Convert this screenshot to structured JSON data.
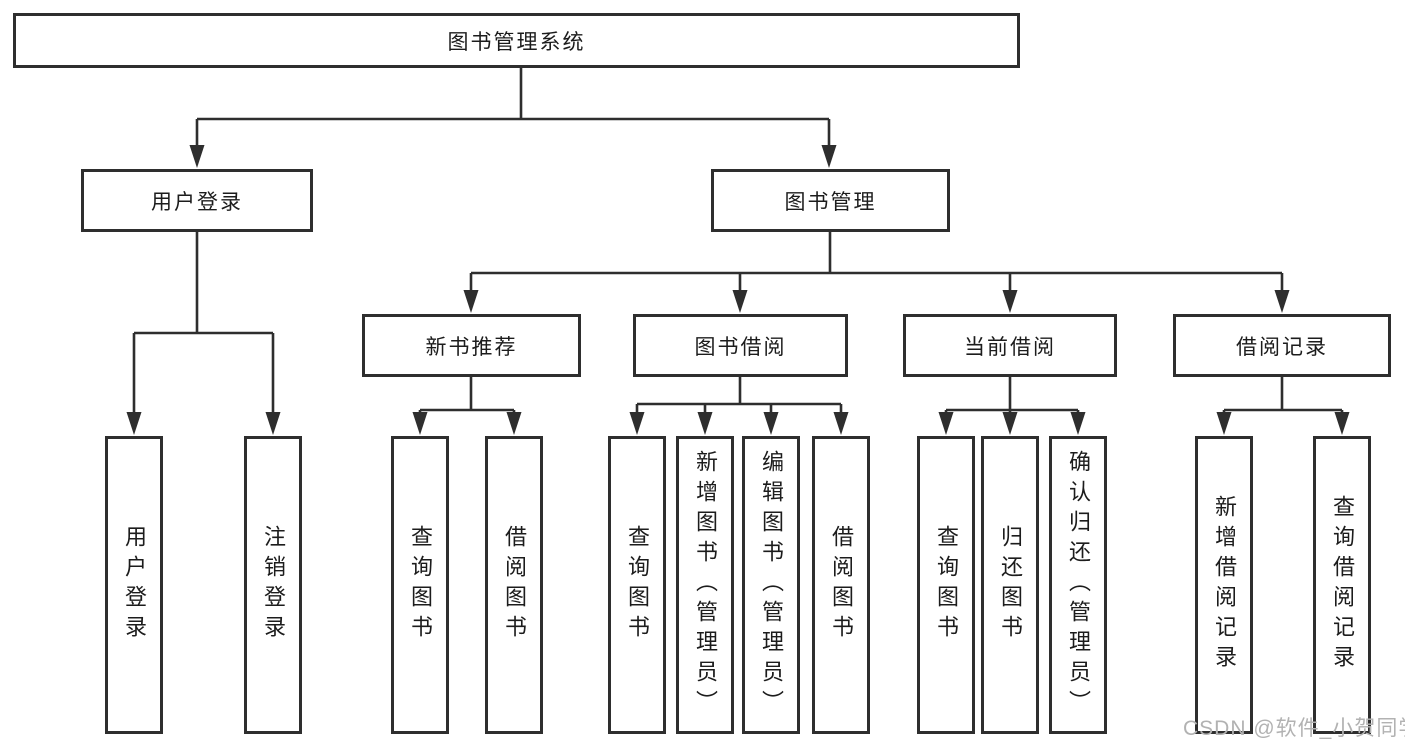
{
  "nodes": {
    "root": "图书管理系统",
    "user_login": "用户登录",
    "book_management": "图书管理",
    "level3": {
      "new_books": "新书推荐",
      "book_borrow": "图书借阅",
      "current_borrow": "当前借阅",
      "borrow_records": "借阅记录"
    },
    "leaves": {
      "user_login": [
        "用户登录",
        "注销登录"
      ],
      "new_books": [
        "查询图书",
        "借阅图书"
      ],
      "book_borrow": [
        "查询图书",
        "新增图书（管理员）",
        "编辑图书（管理员）",
        "借阅图书"
      ],
      "current_borrow": [
        "查询图书",
        "归还图书",
        "确认归还（管理员）"
      ],
      "borrow_records": [
        "新增借阅记录",
        "查询借阅记录"
      ]
    }
  },
  "watermark": "CSDN @软件_小贺同学",
  "colors": {
    "line": "#2e2e2e",
    "text": "#1c1c1c",
    "watermark": "#b2b2b2",
    "background": "#ffffff"
  }
}
